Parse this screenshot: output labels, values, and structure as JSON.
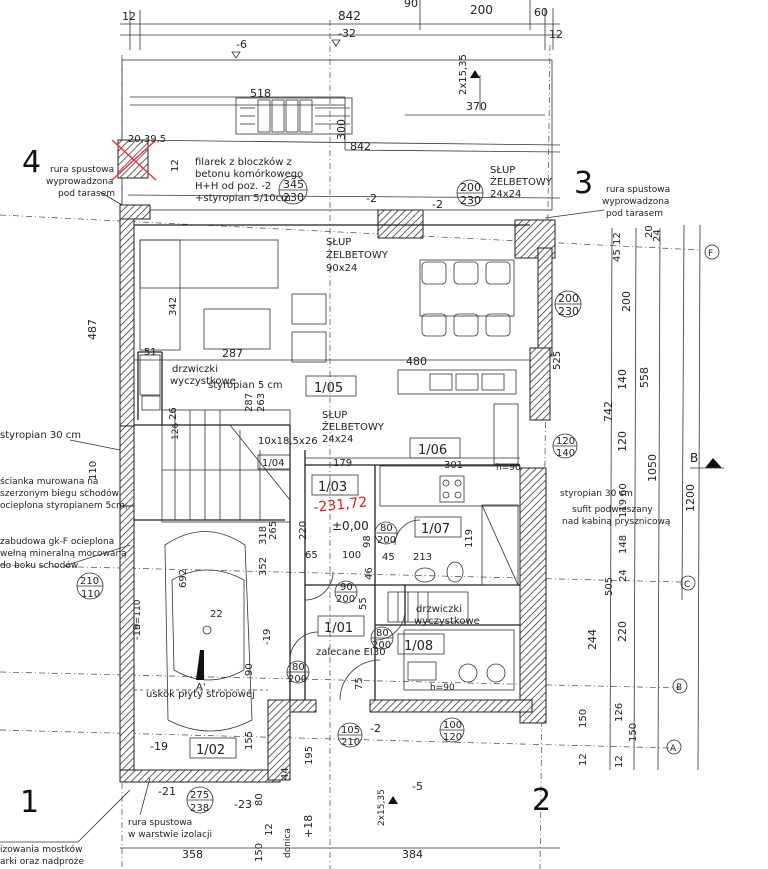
{
  "plan": {
    "corner_numbers": [
      "4",
      "3",
      "1",
      "2"
    ],
    "axis_letters": [
      "F",
      "C",
      "B",
      "A"
    ],
    "section_mark": "B",
    "section_mark_bottom": "A'",
    "top_dims": {
      "d12_left": "12",
      "d842": "842",
      "d90": "90",
      "d200": "200",
      "d60": "60",
      "d12_right": "12",
      "d518": "518",
      "d842b": "842",
      "d370": "370",
      "d300": "300",
      "d2x15": "2x15,35",
      "d20_39_5": "20,39,5"
    },
    "levels": {
      "l_6": "-6",
      "l_32": "-32",
      "l_2a": "-2",
      "l_2b": "-2",
      "l_19a": "-19",
      "l_19b": "-19",
      "l_19c": "-19",
      "l_21": "-21",
      "l_23": "-23",
      "l_5": "-5",
      "l_2c": "-2",
      "l_18": "+18"
    },
    "notes": {
      "rura_left": [
        "rura spustowa",
        "wyprowadzona",
        "pod tarasem"
      ],
      "rura_right": [
        "rura spustowa",
        "wyprowadzona",
        "pod tarasem"
      ],
      "rura_bottom": [
        "rura spustowa",
        "w warstwie izolacji"
      ],
      "filarek": [
        "filarek z bloczków z",
        "betonu komórkowego",
        "H+H od poz. -2",
        "+styropian 5/10cm"
      ],
      "slup_right": [
        "SŁUP",
        "ŻELBETOWY",
        "24x24"
      ],
      "slup_90": [
        "SŁUP",
        "ŻELBETOWY",
        "90x24"
      ],
      "slup_mid": [
        "SŁUP",
        "ŻELBETOWY",
        "24x24"
      ],
      "drzwiczki_1": [
        "drzwiczki",
        "wyczystkowe"
      ],
      "drzwiczki_2": [
        "drzwiczki",
        "wyczystkowe"
      ],
      "styropian_5": "styropian 5   cm",
      "styropian_30_left": "styropian 30 cm",
      "styropian_30_right": "styropian 30 cm",
      "scianka": [
        "ścianka murowana na",
        "szerzonym biegu schodów",
        "ocieplona styropianem 5cm;"
      ],
      "zabudowa": [
        "zabudowa gk-F ocieplona",
        "wełną mineralną mocowaną",
        "do boku schodów"
      ],
      "sufit": [
        "sufit podwieszany",
        "nad kabiną prysznicową"
      ],
      "uskok": "uskok płyty stropowej",
      "zalecane": "zalecane EI30",
      "izolacja_mostkow": [
        "izowania mostków",
        "arki oraz nadproże"
      ],
      "donica": "donica",
      "stair_size": "10x18,5x26"
    },
    "rooms": {
      "r105": "1/05",
      "r106": "1/06",
      "r104": "1/04",
      "r103": "1/03",
      "r107": "1/07",
      "r101": "1/01",
      "r108": "1/08",
      "r102": "1/02"
    },
    "elevation_red": "-231,72",
    "zero_level": "±0,00",
    "door_marks": {
      "d345": [
        "345",
        "230"
      ],
      "d200t": [
        "200",
        "230"
      ],
      "d200r": [
        "200",
        "230"
      ],
      "d120": [
        "120",
        "140"
      ],
      "d80a": [
        "80",
        "200"
      ],
      "d90": [
        "90",
        "200"
      ],
      "d80b": [
        "80",
        "200"
      ],
      "d80c": [
        "80",
        "200"
      ],
      "d210": [
        "210",
        "110"
      ],
      "d275": [
        "275",
        "238"
      ],
      "d105": [
        "105",
        "210"
      ],
      "d100": [
        "100",
        "120"
      ]
    },
    "inner_dims": {
      "i342": "342",
      "i287": "287",
      "i480": "480",
      "i51": "51",
      "i179": "179",
      "i301": "301",
      "i692": "692",
      "i352": "352",
      "i220": "220",
      "i119": "119",
      "i100": "100",
      "i65": "65",
      "i45": "45",
      "i213": "213",
      "i22": "22",
      "i90": "90",
      "i155": "155",
      "i195": "195",
      "i75": "75",
      "i55": "55",
      "i26": "26",
      "i287b": "287",
      "i263": "263",
      "i126": "126",
      "i318": "318",
      "i265": "265",
      "i98": "98",
      "i46": "46",
      "h110": "h=110",
      "h90a": "h=90",
      "h90b": "h=90",
      "i110": "110",
      "i487": "487",
      "i525": "525",
      "i358": "358",
      "i384": "384",
      "i150": "150",
      "i80": "80",
      "i12": "12",
      "i44": "44"
    },
    "right_dims": {
      "c1": [
        "12",
        "45",
        "200",
        "140",
        "120",
        "60",
        "119",
        "148",
        "24",
        "220",
        "126",
        "150",
        "12"
      ],
      "c2": [
        "558",
        "742"
      ],
      "c3": [
        "1050"
      ],
      "c4": [
        "1200"
      ],
      "c5": [
        "505",
        "244",
        "150",
        "12"
      ],
      "tops": [
        "24",
        "20"
      ]
    }
  }
}
